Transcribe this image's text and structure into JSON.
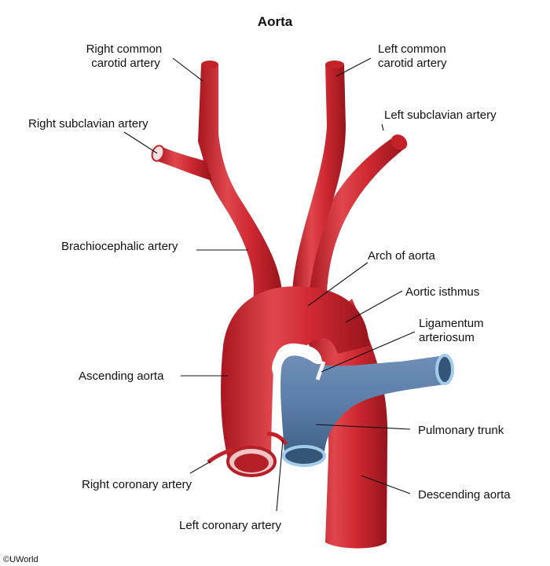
{
  "title": "Aorta",
  "copyright": "©UWorld",
  "colors": {
    "artery": "#d12a33",
    "artery_dark": "#9e1a22",
    "artery_light": "#e8555b",
    "vein": "#5a7ca6",
    "vein_dark": "#3f5f86",
    "vein_rim": "#9cc6e6",
    "lumen": "#7a1016"
  },
  "labels": {
    "right_common_carotid": [
      "Right common",
      "carotid artery"
    ],
    "left_common_carotid": [
      "Left common",
      "carotid artery"
    ],
    "right_subclavian": "Right subclavian artery",
    "left_subclavian": "Left subclavian artery",
    "brachiocephalic": "Brachiocephalic artery",
    "arch": "Arch of aorta",
    "isthmus": "Aortic isthmus",
    "ligamentum": [
      "Ligamentum",
      "arteriosum"
    ],
    "ascending": "Ascending aorta",
    "pulmonary_trunk": "Pulmonary trunk",
    "right_coronary": "Right coronary artery",
    "descending": "Descending aorta",
    "left_coronary": "Left coronary artery"
  }
}
